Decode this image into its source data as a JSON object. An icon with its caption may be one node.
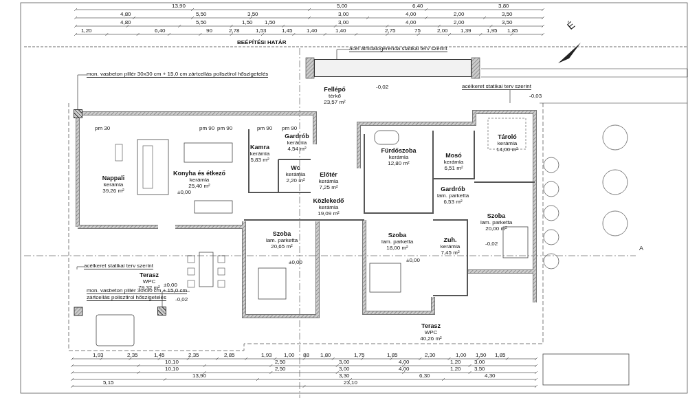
{
  "diagram": {
    "nodes": [
      {
        "text": [
          "Nappali",
          "kerámia",
          "39,26 m²"
        ]
      },
      {
        "text": [
          "Konyha és étkező",
          "kerámia",
          "25,40 m²"
        ]
      },
      {
        "text": [
          "Kamra",
          "kerámia",
          "5,83 m²"
        ]
      },
      {
        "text": [
          "Gardrób",
          "kerámia",
          "4,54 m²"
        ]
      },
      {
        "text": [
          "Wc",
          "kerámia",
          "2,20 m²"
        ]
      },
      {
        "text": [
          "Fellépő",
          "térkő",
          "23,57 m²"
        ]
      },
      {
        "text": [
          "Előtér",
          "kerámia",
          "7,25 m²"
        ]
      },
      {
        "text": [
          "Közlekedő",
          "kerámia",
          "19,09 m²"
        ]
      },
      {
        "text": [
          "Fürdőszoba",
          "kerámia",
          "12,80 m²"
        ]
      },
      {
        "text": [
          "Mosó",
          "kerámia",
          "6,51 m²"
        ]
      },
      {
        "text": [
          "Tároló",
          "kerámia",
          "14,00 m²"
        ]
      },
      {
        "text": [
          "Gardrób",
          "lam. parketta",
          "6,53 m²"
        ]
      },
      {
        "text": [
          "Szoba",
          "lam. parketta",
          "20,00 m²"
        ]
      },
      {
        "text": [
          "Szoba",
          "lam. parketta",
          "20,65 m²"
        ]
      },
      {
        "text": [
          "Szoba",
          "lam. parketta",
          "18,00 m²"
        ]
      },
      {
        "text": [
          "Zuh.",
          "kerámia",
          "7,45 m²"
        ]
      },
      {
        "text": [
          "Terasz",
          "WPC",
          "79,32 m²"
        ]
      },
      {
        "text": [
          "Terasz",
          "WPC",
          "40,26 m²"
        ]
      },
      {
        "text": [
          "mon. vasbeton pillér 30x30 cm + 15,0 cm zártcellás polisztirol hőszigetelés"
        ]
      },
      {
        "text": [
          "acél áthidalógerenda statikai terv szerint"
        ]
      },
      {
        "text": [
          "acélkeret statikai terv szerint"
        ]
      },
      {
        "text": [
          "acélkeret statikai terv szerint"
        ]
      },
      {
        "text": [
          "mon. vasbeton pillér 30x30 cm + 15,0 cm zártcellás polisztirol hőszigetelés"
        ]
      },
      {
        "text": [],
        "shape": "box"
      },
      {
        "text": [],
        "shape": "bar"
      },
      {
        "text": [],
        "shape": "box"
      }
    ],
    "edges": [
      {
        "from": 18,
        "to": 23,
        "arrow": "none"
      },
      {
        "from": 19,
        "to": 24,
        "arrow": "none"
      },
      {
        "from": 20,
        "to": null,
        "arrow": "none"
      },
      {
        "from": 21,
        "to": null,
        "arrow": "none"
      },
      {
        "from": 22,
        "to": 25,
        "arrow": "none"
      }
    ],
    "labels": [
      "13,90",
      "5,00",
      "6,40",
      "3,80",
      "4,80",
      "5,50",
      "3,50",
      "3,00",
      "4,00",
      "2,00",
      "3,50",
      "4,80",
      "5,50",
      "1,50",
      "1,50",
      "3,00",
      "4,00",
      "2,00",
      "3,50",
      "1,20",
      "6,40",
      "90",
      "2,78",
      "1,53",
      "1,45",
      "1,40",
      "1,40",
      "2,75",
      "75",
      "2,00",
      "1,39",
      "1,95",
      "1,85",
      "BEÉPÍTÉSI HATÁR",
      "É",
      "pm 30",
      "pm 90",
      "pm 90",
      "pm 90",
      "pm 90",
      "±0,00",
      "-0,02",
      "-0,03",
      "±0,00",
      "±0,00",
      "±0,00",
      "-0,02",
      "-0,02",
      "A",
      "1,93",
      "2,35",
      "1,45",
      "2,35",
      "2,85",
      "1,93",
      "1,00",
      "88",
      "1,80",
      "1,75",
      "1,85",
      "2,30",
      "1,00",
      "1,50",
      "1,85",
      "10,10",
      "2,50",
      "3,00",
      "4,00",
      "1,20",
      "3,00",
      "10,10",
      "2,50",
      "3,00",
      "4,00",
      "1,20",
      "3,50",
      "13,90",
      "3,30",
      "6,30",
      "4,30",
      "5,15",
      "23,10"
    ]
  }
}
